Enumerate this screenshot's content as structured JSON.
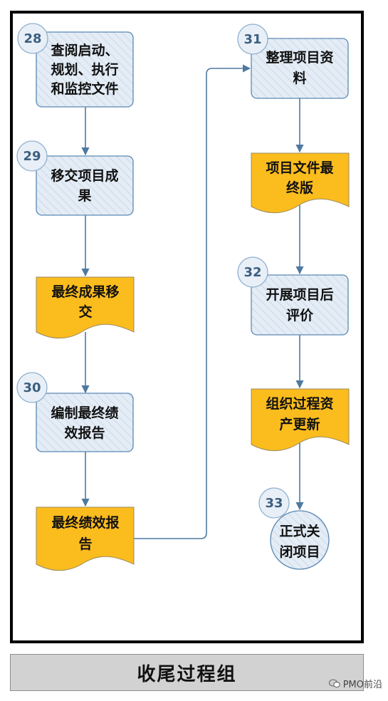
{
  "footer": {
    "title": "收尾过程组"
  },
  "watermark": {
    "text": "PMO前沿"
  },
  "colors": {
    "process_fill": "#e4ecf5",
    "process_stroke": "#5a89b3",
    "document_fill": "#fbbc1e",
    "connector": "#4e79a0",
    "badge_text": "#3c5f80"
  },
  "steps": [
    {
      "id": "n28",
      "type": "process",
      "number": "28",
      "lines": [
        "查阅启动、",
        "规划、执行",
        "和监控文件"
      ]
    },
    {
      "id": "n29",
      "type": "process",
      "number": "29",
      "lines": [
        "移交项目成",
        "果"
      ]
    },
    {
      "id": "d1",
      "type": "document",
      "lines": [
        "最终成果移",
        "交"
      ]
    },
    {
      "id": "n30",
      "type": "process",
      "number": "30",
      "lines": [
        "编制最终绩",
        "效报告"
      ]
    },
    {
      "id": "d2",
      "type": "document",
      "lines": [
        "最终绩效报",
        "告"
      ]
    },
    {
      "id": "n31",
      "type": "process",
      "number": "31",
      "lines": [
        "整理项目资",
        "料"
      ]
    },
    {
      "id": "d3",
      "type": "document",
      "lines": [
        "项目文件最",
        "终版"
      ]
    },
    {
      "id": "n32",
      "type": "process",
      "number": "32",
      "lines": [
        "开展项目后",
        "评价"
      ]
    },
    {
      "id": "d4",
      "type": "document",
      "lines": [
        "组织过程资",
        "产更新"
      ]
    },
    {
      "id": "n33",
      "type": "terminal",
      "number": "33",
      "lines": [
        "正式关",
        "闭项目"
      ]
    }
  ]
}
